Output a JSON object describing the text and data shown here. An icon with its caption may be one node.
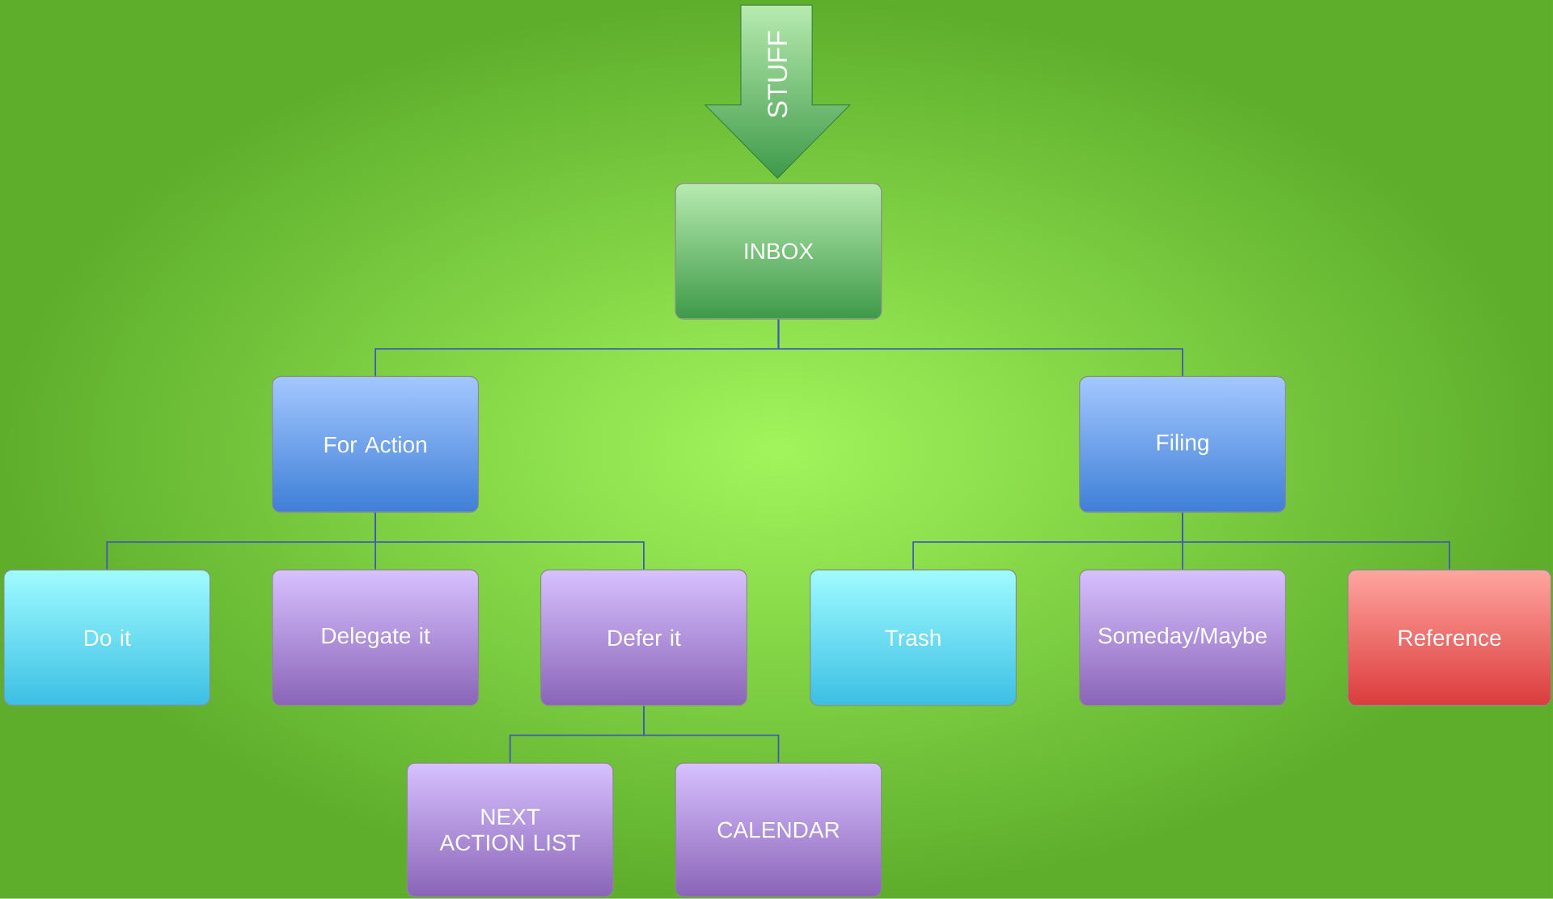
{
  "diagram": {
    "nodes": [
      {
        "text": [
          "STUFF"
        ]
      },
      {
        "text": [
          "INBOX"
        ]
      },
      {
        "text": [
          "For Action"
        ]
      },
      {
        "text": [
          "Filing"
        ]
      },
      {
        "text": [
          "Do it"
        ]
      },
      {
        "text": [
          "Delegate it"
        ]
      },
      {
        "text": [
          "Defer it"
        ]
      },
      {
        "text": [
          "Trash"
        ]
      },
      {
        "text": [
          "Someday/Maybe"
        ]
      },
      {
        "text": [
          "Reference"
        ]
      },
      {
        "text": [
          "NEXT ACTION LIST"
        ]
      },
      {
        "text": [
          "CALENDAR"
        ]
      }
    ],
    "edges": [
      {
        "from": 1,
        "to": 2,
        "arrow": "none"
      },
      {
        "from": 1,
        "to": 3,
        "arrow": "none"
      },
      {
        "from": 2,
        "to": 4,
        "arrow": "none"
      },
      {
        "from": 2,
        "to": 5,
        "arrow": "none"
      },
      {
        "from": 2,
        "to": 6,
        "arrow": "none"
      },
      {
        "from": 3,
        "to": 7,
        "arrow": "none"
      },
      {
        "from": 3,
        "to": 8,
        "arrow": "none"
      },
      {
        "from": 3,
        "to": 9,
        "arrow": "none"
      },
      {
        "from": 6,
        "to": 10,
        "arrow": "none"
      },
      {
        "from": 6,
        "to": 11,
        "arrow": "none"
      }
    ]
  }
}
